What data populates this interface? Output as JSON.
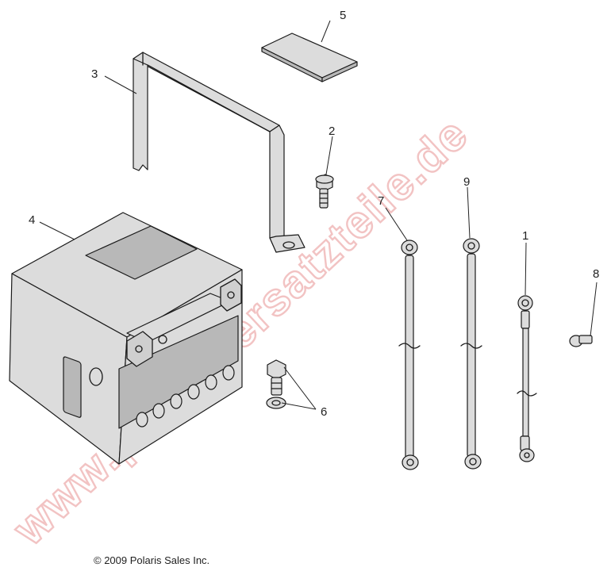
{
  "callouts": {
    "c1": "1",
    "c2": "2",
    "c3": "3",
    "c4": "4",
    "c5": "5",
    "c6": "6",
    "c7": "7",
    "c8": "8",
    "c9": "9"
  },
  "watermark": "www.polarisersatzteile.de",
  "copyright": "© 2009 Polaris Sales Inc."
}
